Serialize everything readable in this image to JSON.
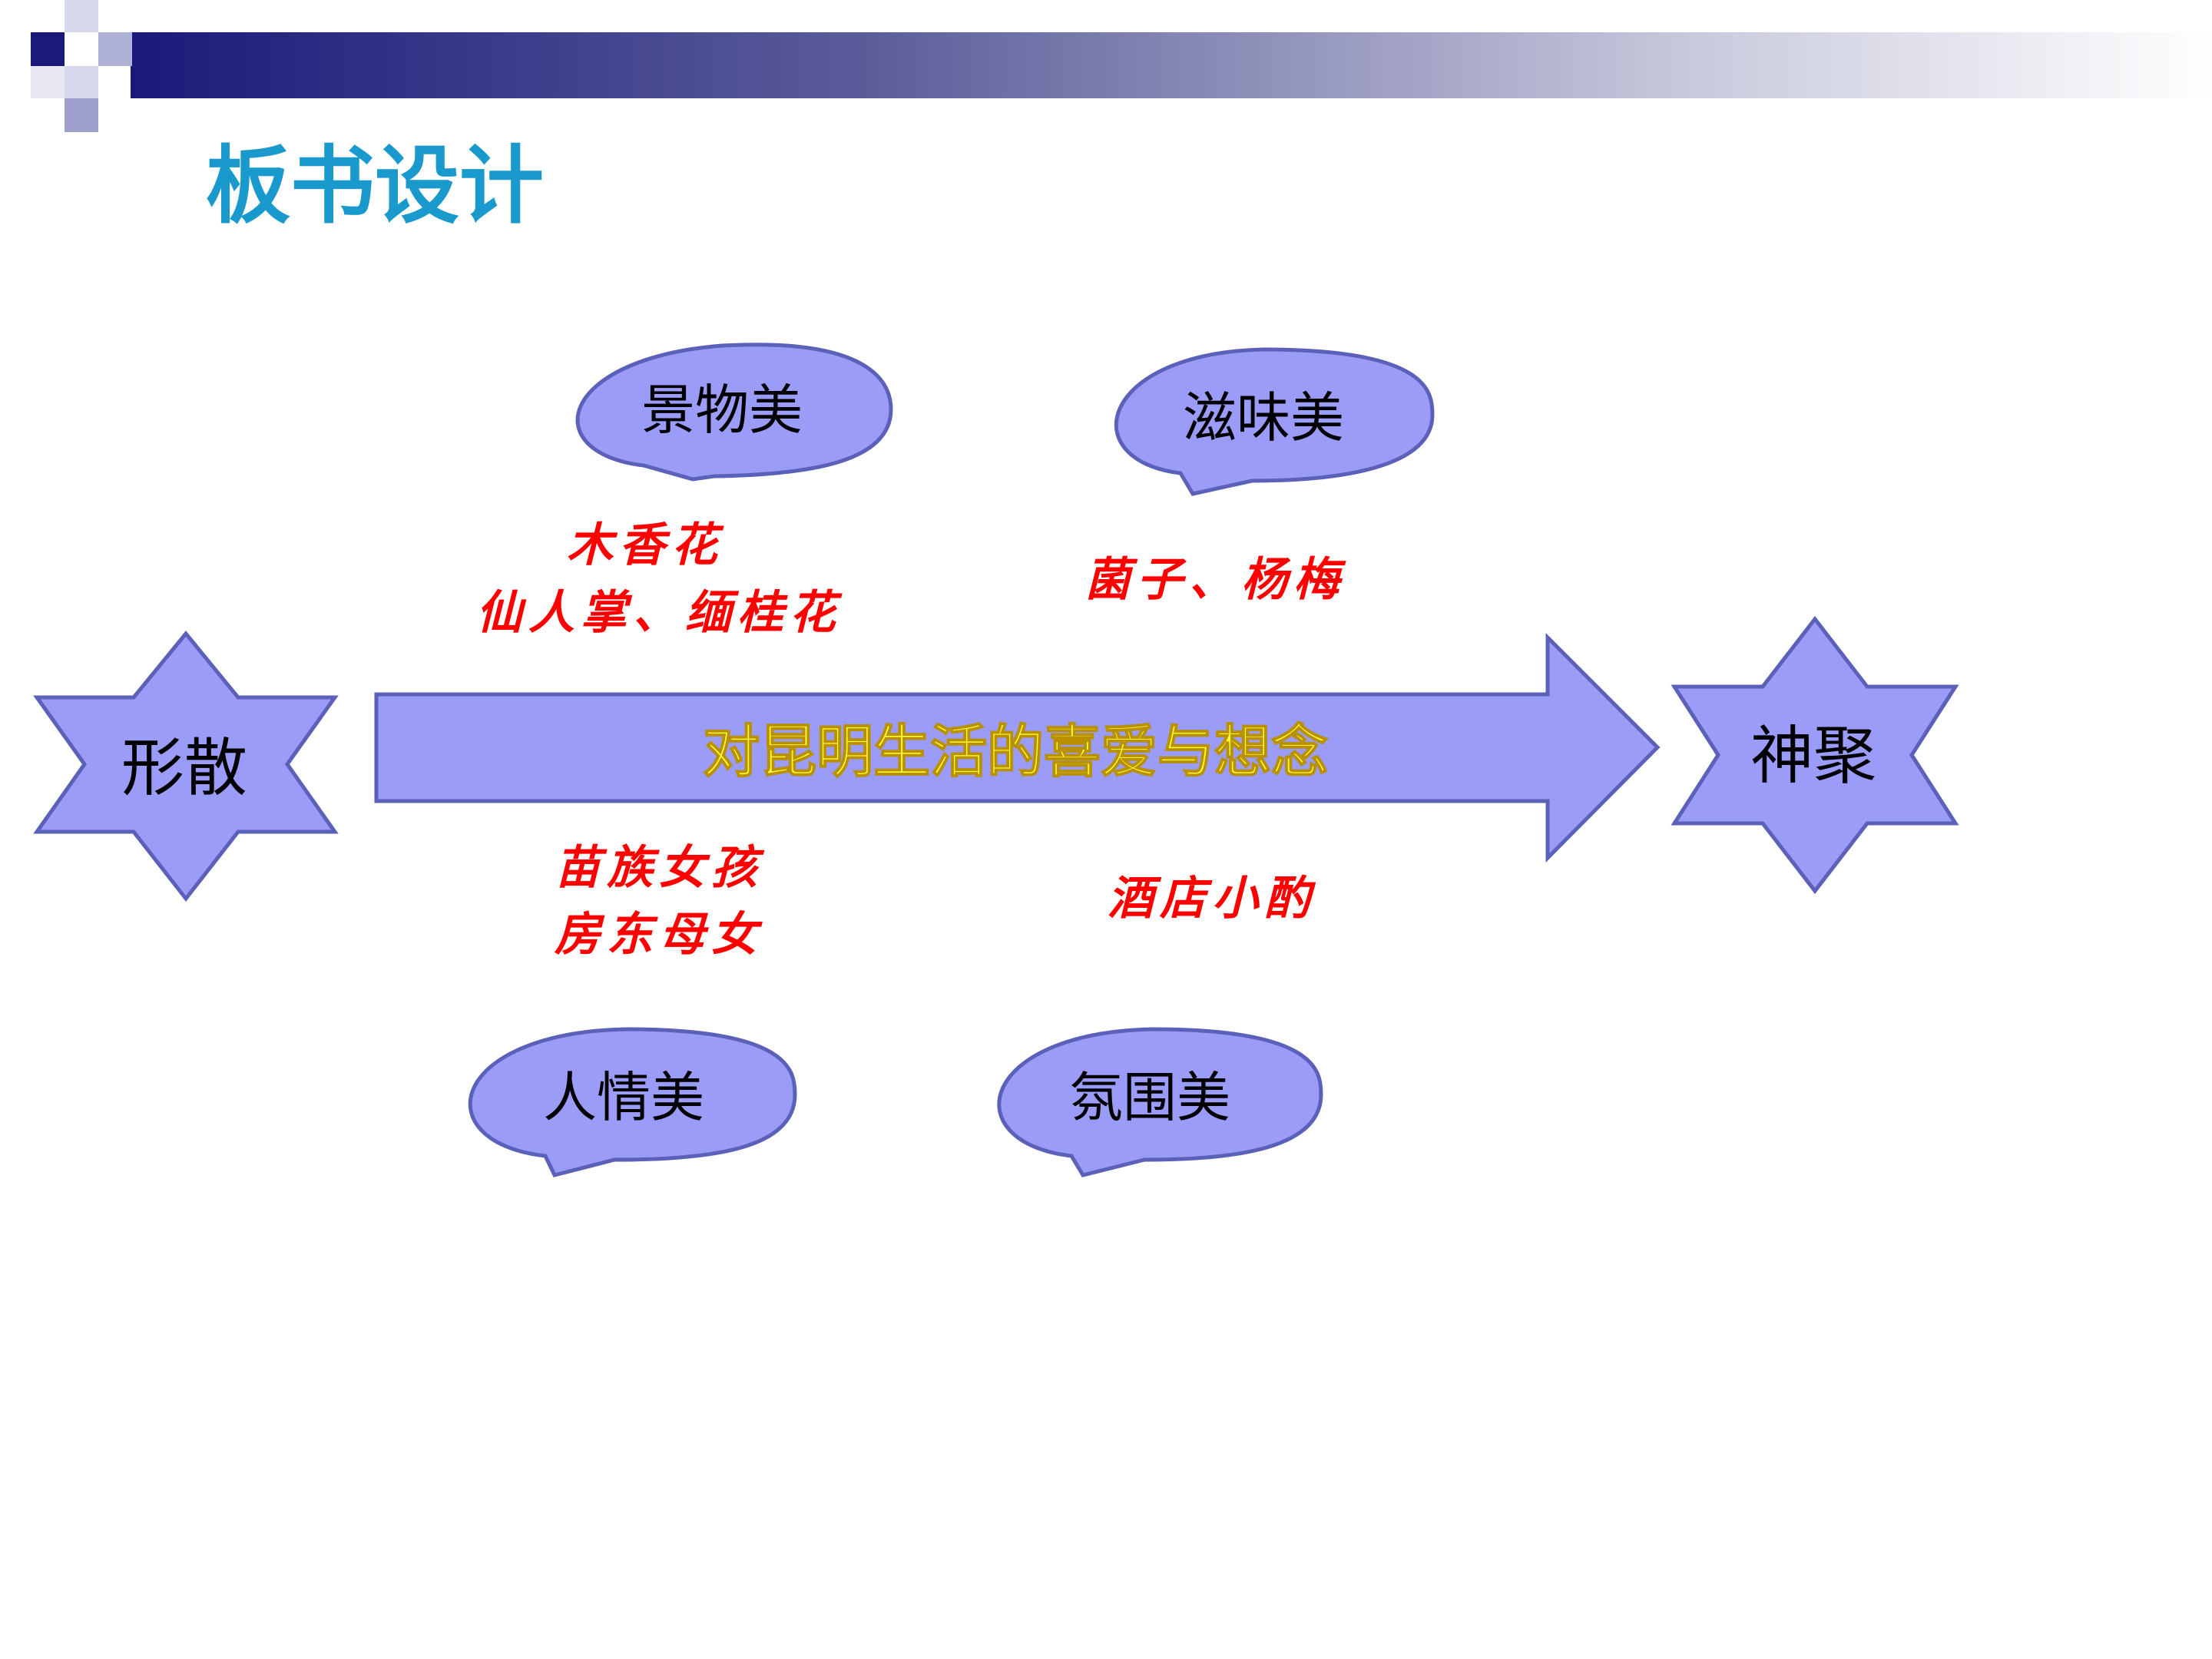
{
  "slide": {
    "title": "板书设计"
  },
  "diagram": {
    "left_star": "形散",
    "right_star": "神聚",
    "arrow_text": "对昆明生活的喜爱与想念",
    "bubbles": {
      "top_left": "景物美",
      "top_right": "滋味美",
      "bottom_left": "人情美",
      "bottom_right": "氛围美"
    },
    "annotations": {
      "top_left_line1": "木香花",
      "top_left_line2": "仙人掌、缅桂花",
      "top_right_line1": "菌子、杨梅",
      "bottom_left_line1": "苗族女孩",
      "bottom_left_line2": "房东母女",
      "bottom_right_line1": "酒店小酌"
    }
  },
  "colors": {
    "title": "#1a9acc",
    "shape_fill": "#9b9cf7",
    "shape_stroke": "#5b60b8",
    "annotation": "#ff0000",
    "arrow_text": "#ffff33",
    "header_dark": "#1a1a7a"
  }
}
